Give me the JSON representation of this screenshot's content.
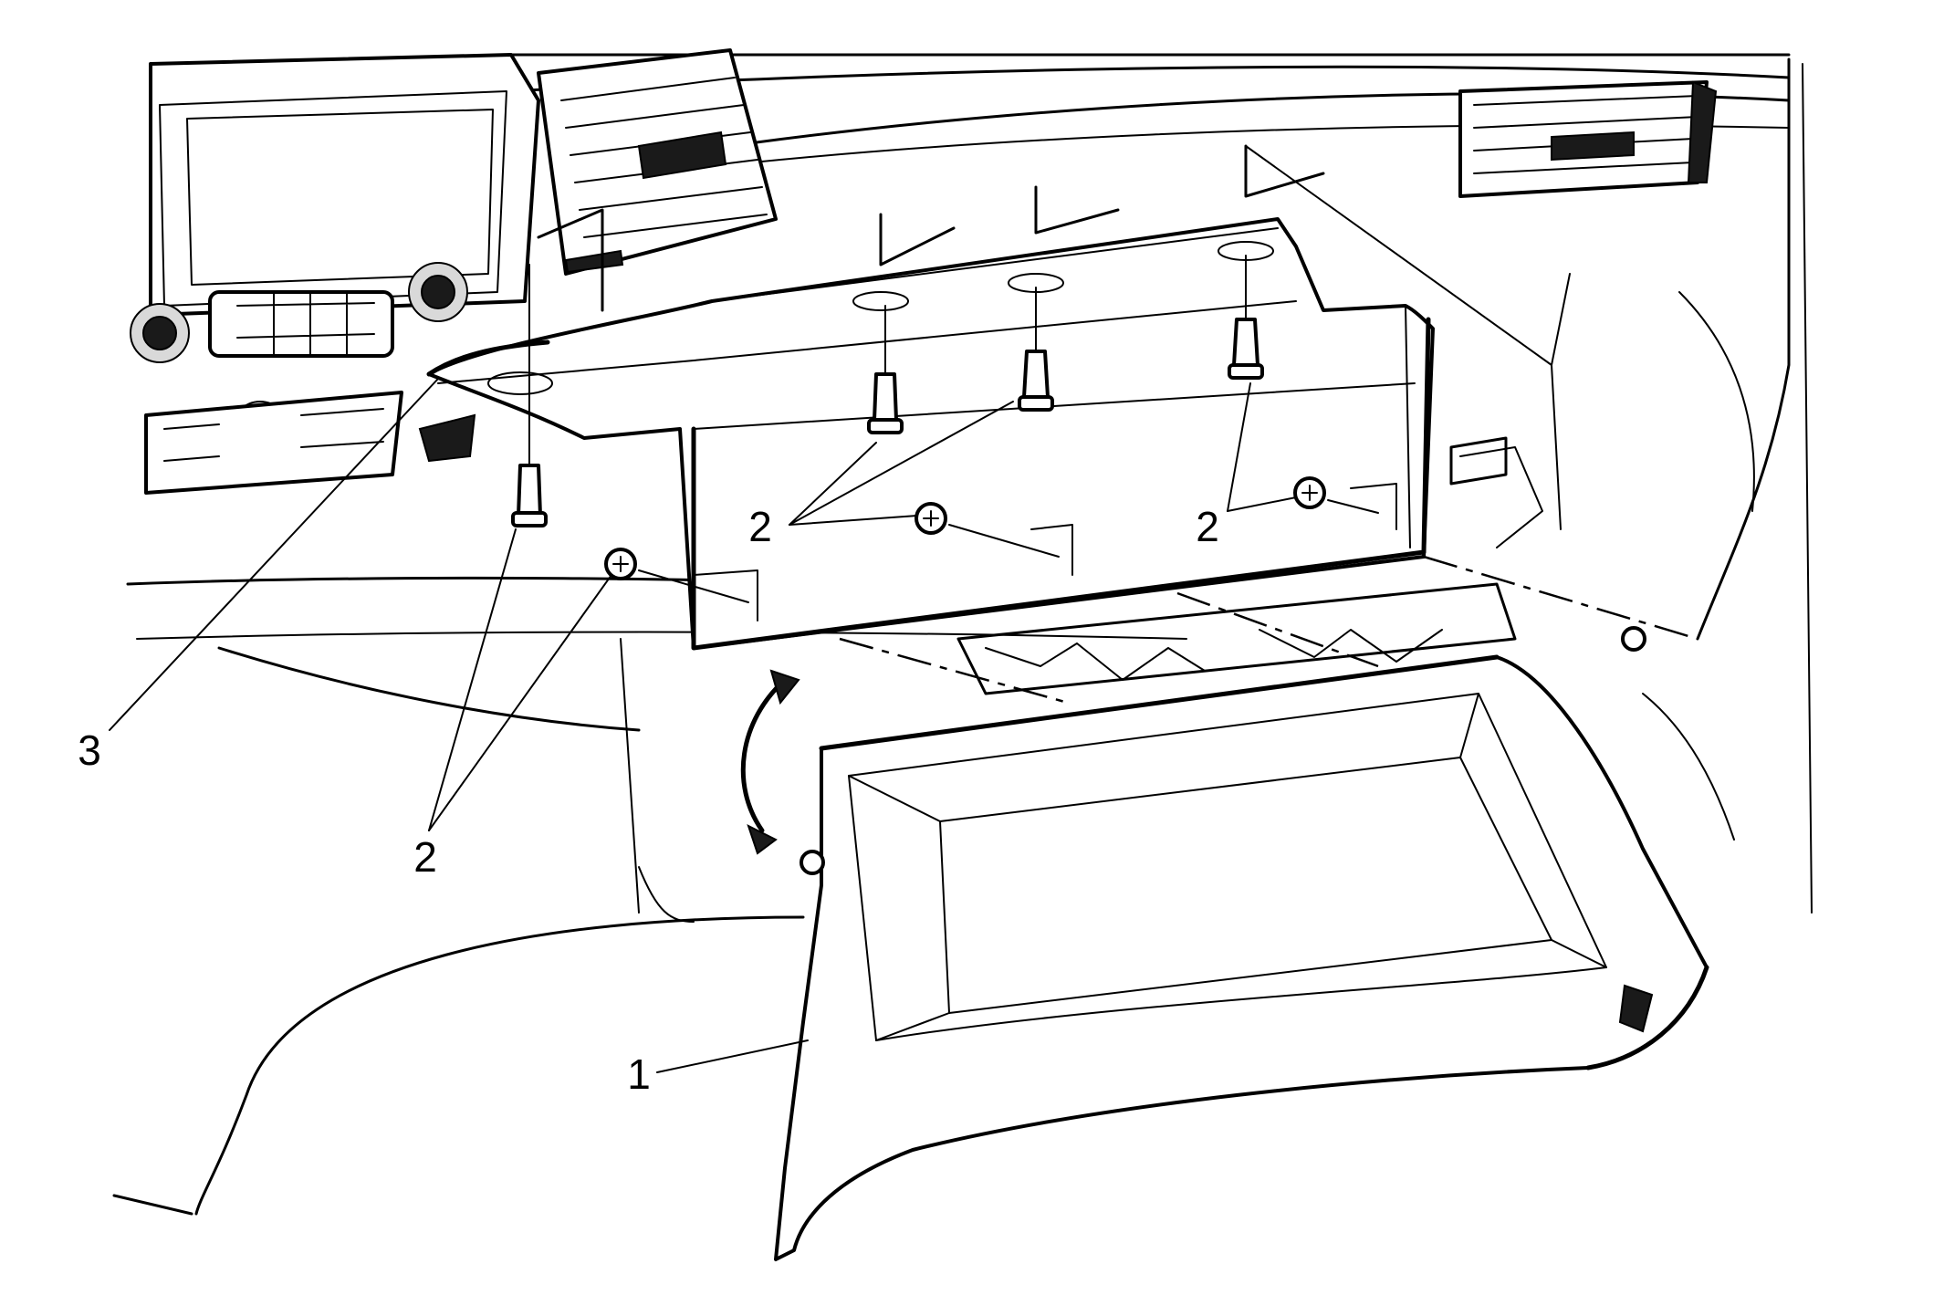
{
  "callouts": [
    {
      "id": "glove-box",
      "text": "1"
    },
    {
      "id": "fastener",
      "text": "2"
    },
    {
      "id": "bracket",
      "text": "3"
    }
  ],
  "colors": {
    "line": "#000000",
    "background": "#ffffff"
  }
}
